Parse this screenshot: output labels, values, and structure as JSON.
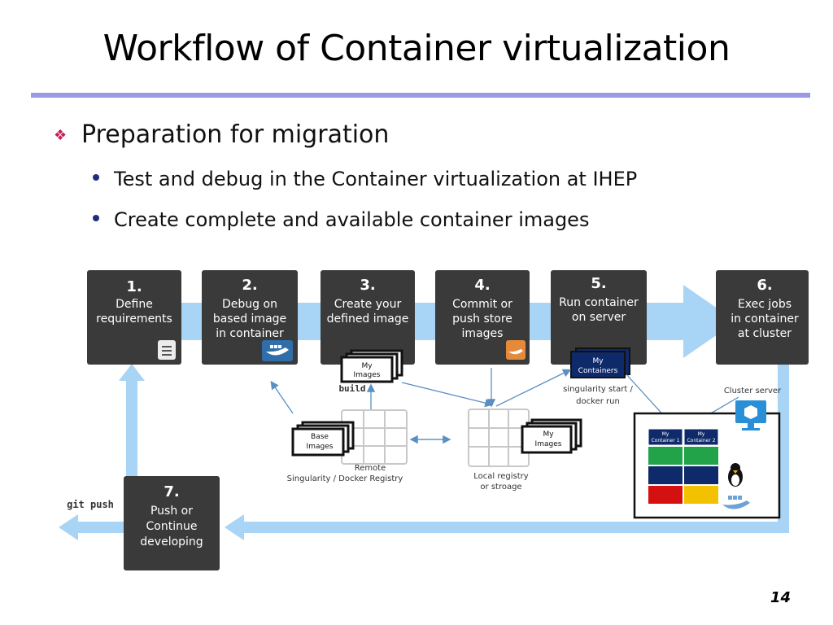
{
  "slide": {
    "title": "Workflow of Container virtualization",
    "page_number": "14"
  },
  "bullets": {
    "main": "Preparation for migration",
    "sub": [
      "Test and debug in the Container virtualization at IHEP",
      "Create complete and available container images"
    ]
  },
  "diagram": {
    "steps": [
      {
        "num": "1.",
        "lines": [
          "Define",
          "requirements"
        ]
      },
      {
        "num": "2.",
        "lines": [
          "Debug on",
          "based image",
          "in container"
        ]
      },
      {
        "num": "3.",
        "lines": [
          "Create your",
          "defined image"
        ]
      },
      {
        "num": "4.",
        "lines": [
          "Commit or",
          "push store",
          "images"
        ]
      },
      {
        "num": "5.",
        "lines": [
          "Run container",
          "on server"
        ]
      },
      {
        "num": "6.",
        "lines": [
          "Exec jobs",
          "in container",
          "at cluster"
        ]
      },
      {
        "num": "7.",
        "lines": [
          "Push or",
          "Continue",
          "developing"
        ]
      }
    ],
    "labels": {
      "my_images": [
        "My",
        "Images"
      ],
      "my_containers": [
        "My",
        "Containers"
      ],
      "base_images": [
        "Base",
        "Images"
      ],
      "my_images_local": [
        "My",
        "Images"
      ],
      "build": "build",
      "run_cmd": [
        "singularity start /",
        "docker  run"
      ],
      "remote": [
        "Remote",
        "Singularity / Docker Registry"
      ],
      "local": [
        "Local registry",
        "or stroage"
      ],
      "cluster_server": "Cluster server",
      "container1": [
        "My",
        "Container 1"
      ],
      "container2": [
        "My",
        "Container 2"
      ],
      "git_push": "git push"
    },
    "colors": {
      "step_box": "#3a3a3a",
      "flow_arrow": "#a8d4f5",
      "thin_arrow": "#5a8fc4",
      "grid_green": "#22a34a",
      "grid_navy": "#0f2a6b",
      "grid_red": "#d51010",
      "grid_yellow": "#f2c200"
    }
  }
}
